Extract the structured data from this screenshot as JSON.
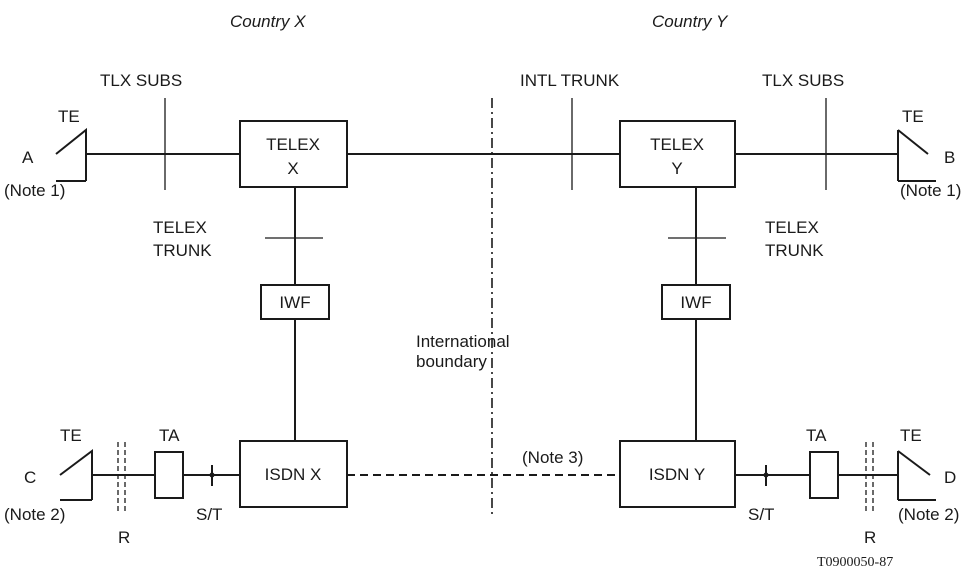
{
  "countries": {
    "x": "Country X",
    "y": "Country Y"
  },
  "section_labels": {
    "tlx_subs_left": "TLX SUBS",
    "intl_trunk": "INTL TRUNK",
    "tlx_subs_right": "TLX SUBS",
    "telex_trunk_left_1": "TELEX",
    "telex_trunk_left_2": "TRUNK",
    "telex_trunk_right_1": "TELEX",
    "telex_trunk_right_2": "TRUNK",
    "boundary_1": "International",
    "boundary_2": "boundary",
    "note3": "(Note 3)"
  },
  "boxes": {
    "telex_x_1": "TELEX",
    "telex_x_2": "X",
    "telex_y_1": "TELEX",
    "telex_y_2": "Y",
    "iwf_x": "IWF",
    "iwf_y": "IWF",
    "isdn_x": "ISDN X",
    "isdn_y": "ISDN Y",
    "ta_x": "TA",
    "ta_y": "TA"
  },
  "terminals": {
    "a": {
      "letter": "A",
      "te": "TE",
      "note": "(Note 1)"
    },
    "b": {
      "letter": "B",
      "te": "TE",
      "note": "(Note 1)"
    },
    "c": {
      "letter": "C",
      "te": "TE",
      "note": "(Note 2)"
    },
    "d": {
      "letter": "D",
      "te": "TE",
      "note": "(Note 2)"
    }
  },
  "reference_points": {
    "st_left": "S/T",
    "st_right": "S/T",
    "r_left": "R",
    "r_right": "R"
  },
  "figure_ref": "T0900050-87"
}
